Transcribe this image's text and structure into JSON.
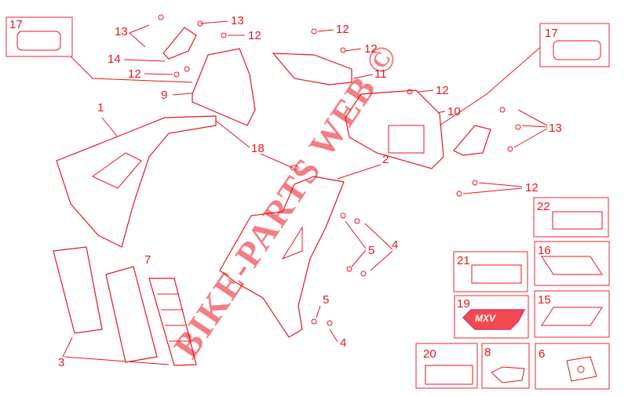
{
  "diagram": {
    "watermark": "BIKE-PARTS WEB ©",
    "accent_color": "#e8141e",
    "callouts": [
      "17",
      "13",
      "13",
      "12",
      "14",
      "12",
      "9",
      "12",
      "12",
      "11",
      "12",
      "10",
      "1",
      "18",
      "2",
      "13",
      "17",
      "12",
      "4",
      "5",
      "7",
      "5",
      "4",
      "3"
    ],
    "boxes": [
      "22",
      "21",
      "16",
      "19",
      "15",
      "20",
      "8",
      "6"
    ],
    "logo_text": "MXV"
  }
}
